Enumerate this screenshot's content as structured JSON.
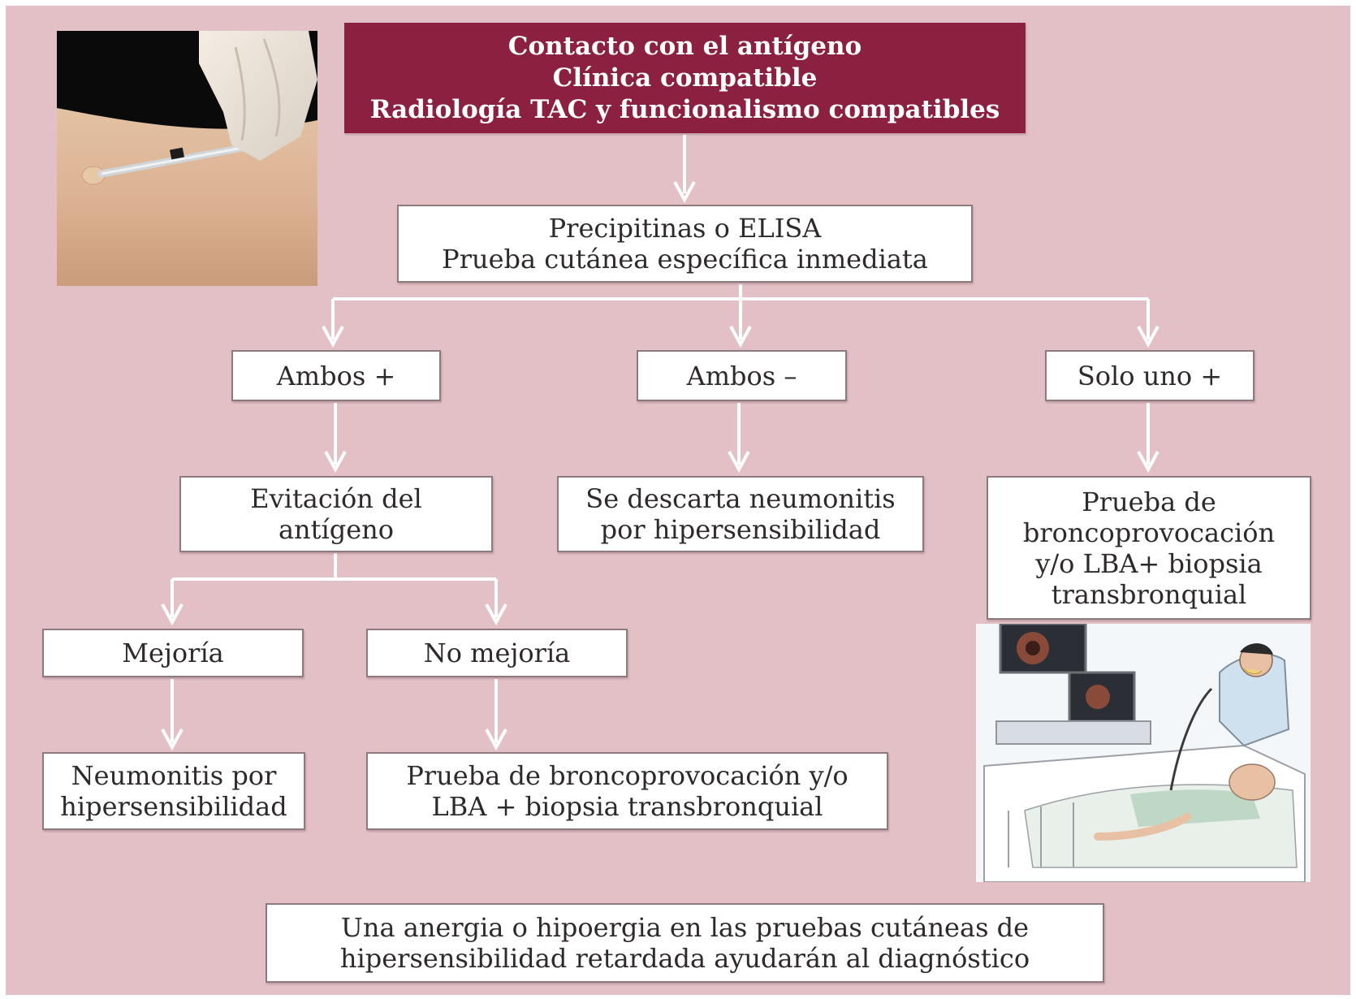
{
  "diagram": {
    "top_box": {
      "lines": [
        "Contacto con el antígeno",
        "Clínica compatible",
        "Radiología TAC y funcionalismo compatibles"
      ]
    },
    "tests_box": {
      "lines": [
        "Precipitinas o ELISA",
        "Prueba cutánea específica inmediata"
      ]
    },
    "outcomes": {
      "both_positive": "Ambos +",
      "both_negative": "Ambos –",
      "only_one_positive": "Solo uno +"
    },
    "avoidance_box": {
      "lines": [
        "Evitación del",
        "antígeno"
      ]
    },
    "discard_box": {
      "lines": [
        "Se descarta neumonitis",
        "por hipersensibilidad"
      ]
    },
    "provocation_box_right": {
      "lines": [
        "Prueba de",
        "broncoprovocación",
        "y/o LBA+ biopsia",
        "transbronquial"
      ]
    },
    "improvement": "Mejoría",
    "no_improvement": "No mejoría",
    "diagnosis_box": {
      "lines": [
        "Neumonitis por",
        "hipersensibilidad"
      ]
    },
    "provocation_box_bottom": {
      "lines": [
        "Prueba de broncoprovocación y/o",
        "LBA + biopsia transbronquial"
      ]
    },
    "footer_box": {
      "lines": [
        "Una anergia o hipoergia en las pruebas cutáneas de",
        "hipersensibilidad retardada ayudarán al diagnóstico"
      ]
    }
  },
  "colors": {
    "background": "#e2c0c6",
    "header_fill": "#8b2040",
    "box_fill": "#ffffff",
    "arrow": "#ffffff"
  },
  "images": {
    "skin_test_photo": "skin-prick-test-photo",
    "bronchoscopy_illustration": "bronchoscopy-procedure-illustration"
  }
}
